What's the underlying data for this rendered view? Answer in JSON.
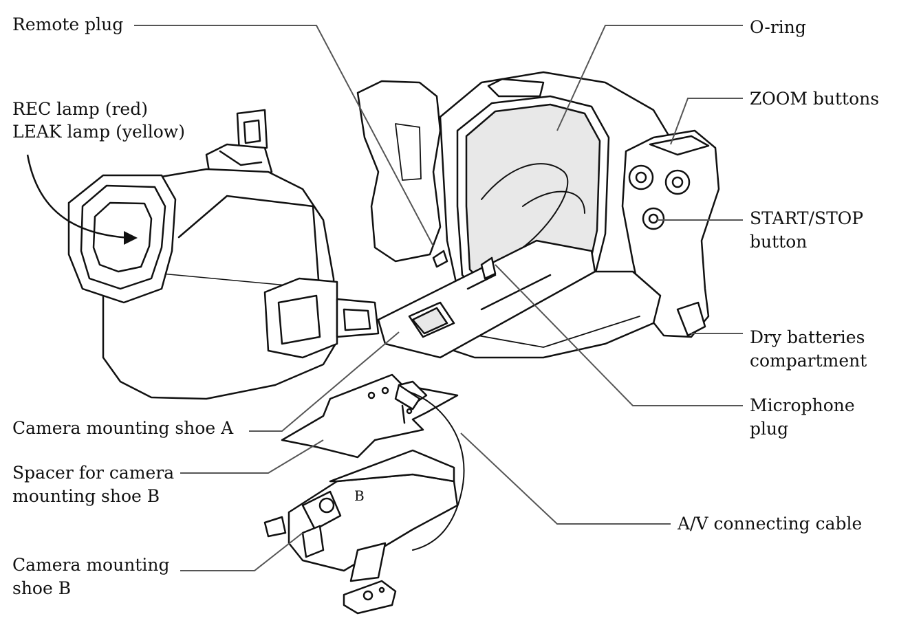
{
  "labels": {
    "remote_plug": "Remote plug",
    "rec_lamp": "REC lamp (red)",
    "leak_lamp": "LEAK lamp (yellow)",
    "o_ring": "O-ring",
    "zoom_buttons": "ZOOM buttons",
    "start_stop_1": "START/STOP",
    "start_stop_2": "button",
    "dry_batteries_1": "Dry batteries",
    "dry_batteries_2": "compartment",
    "microphone_1": "Microphone",
    "microphone_2": "plug",
    "shoe_a": "Camera mounting shoe A",
    "spacer_1": "Spacer for camera",
    "spacer_2": "mounting shoe B",
    "av_cable": "A/V connecting cable",
    "shoe_b_1": "Camera mounting",
    "shoe_b_2": "shoe B",
    "part_letter_b": "B"
  },
  "colors": {
    "ink": "#111111",
    "leader": "#555555",
    "fill": "#ffffff",
    "shade": "#e8e8e8"
  }
}
